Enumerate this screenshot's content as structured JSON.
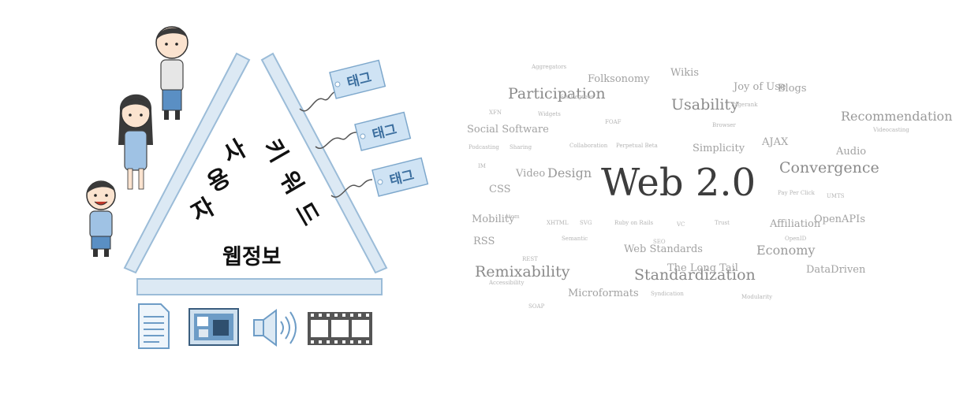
{
  "diagram": {
    "side_left": [
      "사",
      "용",
      "자"
    ],
    "side_right": [
      "키",
      "워",
      "드"
    ],
    "bottom": "웹정보",
    "tag_label": "태그",
    "colors": {
      "frame": "#cfe0ee",
      "frame_stroke": "#8fb4d2",
      "tag_fill": "#cfe3f4",
      "tag_text": "#3c6f9f"
    },
    "icons": [
      "person-icon",
      "document-icon",
      "image-icon",
      "speaker-icon",
      "film-icon"
    ]
  },
  "word_cloud": {
    "hero": "Web 2.0",
    "words": [
      {
        "text": "Aggregators",
        "size": "t1"
      },
      {
        "text": "Folksonomy",
        "size": "t2"
      },
      {
        "text": "Wikis",
        "size": "t2"
      },
      {
        "text": "Joy of Use",
        "size": "t2"
      },
      {
        "text": "Blogs",
        "size": "t2"
      },
      {
        "text": "Participation",
        "size": "t4"
      },
      {
        "text": "Six Degrees",
        "size": "t1"
      },
      {
        "text": "Usability",
        "size": "t4"
      },
      {
        "text": "Pagerank",
        "size": "t1"
      },
      {
        "text": "XFN",
        "size": "t1"
      },
      {
        "text": "Widgets",
        "size": "t1"
      },
      {
        "text": "Recommendation",
        "size": "t3"
      },
      {
        "text": "Social Software",
        "size": "t2"
      },
      {
        "text": "FOAF",
        "size": "t1"
      },
      {
        "text": "Browser",
        "size": "t1"
      },
      {
        "text": "Videocasting",
        "size": "t1"
      },
      {
        "text": "Podcasting",
        "size": "t1"
      },
      {
        "text": "Sharing",
        "size": "t1"
      },
      {
        "text": "Collaboration",
        "size": "t1"
      },
      {
        "text": "Perpetual Beta",
        "size": "t1"
      },
      {
        "text": "Simplicity",
        "size": "t2"
      },
      {
        "text": "AJAX",
        "size": "t2"
      },
      {
        "text": "Audio",
        "size": "t2"
      },
      {
        "text": "IM",
        "size": "t1"
      },
      {
        "text": "Video",
        "size": "t2"
      },
      {
        "text": "Design",
        "size": "t3"
      },
      {
        "text": "Convergence",
        "size": "t4"
      },
      {
        "text": "CSS",
        "size": "t2"
      },
      {
        "text": "Pay Per Click",
        "size": "t1"
      },
      {
        "text": "UMTS",
        "size": "t1"
      },
      {
        "text": "Mobility",
        "size": "t2"
      },
      {
        "text": "Atom",
        "size": "t1"
      },
      {
        "text": "XHTML",
        "size": "t1"
      },
      {
        "text": "SVG",
        "size": "t1"
      },
      {
        "text": "Ruby on Rails",
        "size": "t1"
      },
      {
        "text": "VC",
        "size": "t1"
      },
      {
        "text": "Trust",
        "size": "t1"
      },
      {
        "text": "Affiliation",
        "size": "t2"
      },
      {
        "text": "OpenAPIs",
        "size": "t2"
      },
      {
        "text": "RSS",
        "size": "t2"
      },
      {
        "text": "Semantic",
        "size": "t1"
      },
      {
        "text": "Web Standards",
        "size": "t2"
      },
      {
        "text": "SEO",
        "size": "t1"
      },
      {
        "text": "Economy",
        "size": "t3"
      },
      {
        "text": "OpenID",
        "size": "t1"
      },
      {
        "text": "Remixability",
        "size": "t4"
      },
      {
        "text": "REST",
        "size": "t1"
      },
      {
        "text": "Standardization",
        "size": "t4"
      },
      {
        "text": "The Long Tail",
        "size": "t2"
      },
      {
        "text": "DataDriven",
        "size": "t2"
      },
      {
        "text": "Accessibility",
        "size": "t1"
      },
      {
        "text": "Microformats",
        "size": "t2"
      },
      {
        "text": "Syndication",
        "size": "t1"
      },
      {
        "text": "Modularity",
        "size": "t1"
      },
      {
        "text": "SOAP",
        "size": "t1"
      }
    ]
  }
}
